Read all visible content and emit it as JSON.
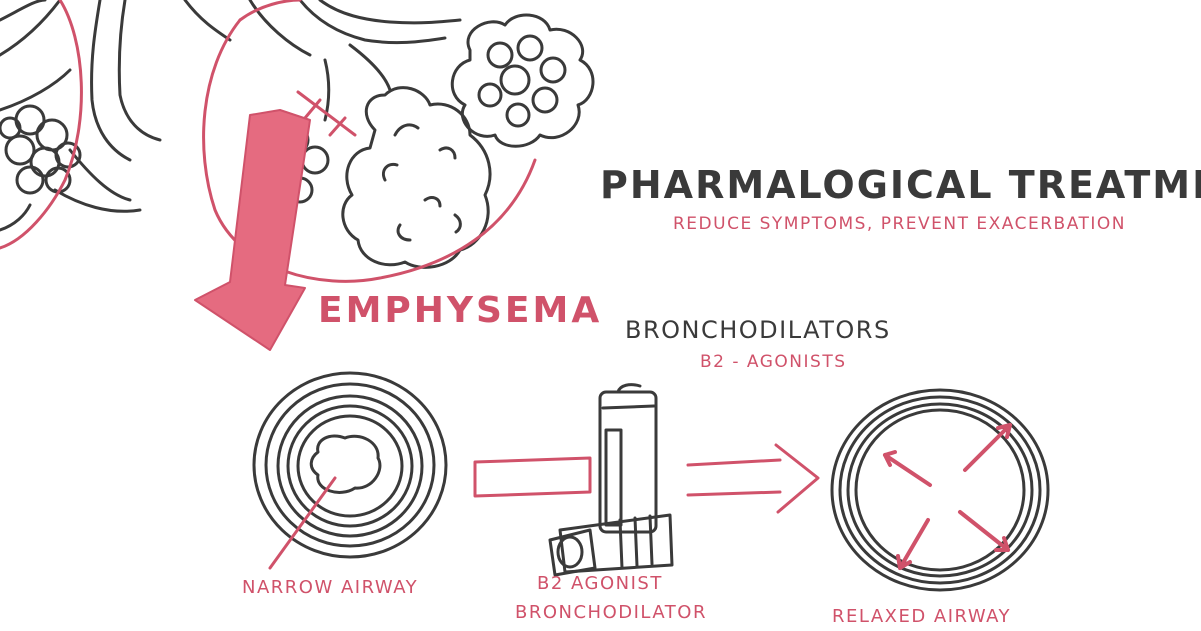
{
  "colors": {
    "ink": "#3a3a3a",
    "accent": "#d0526a",
    "accent_fill": "#e56b80",
    "paper": "#ffffff"
  },
  "heading": {
    "title": "PHARMALOGICAL TREATMENT",
    "subtitle": "REDUCE SYMPTOMS, PREVENT EXACERBATION"
  },
  "lung_panel": {
    "label": "EMPHYSEMA"
  },
  "drug": {
    "class": "BRONCHODILATORS",
    "subclass": "B2 - AGONISTS"
  },
  "airways": {
    "narrow_label": "NARROW AIRWAY",
    "inhaler_label_line1": "B2 AGONIST",
    "inhaler_label_line2": "BRONCHODILATOR",
    "relaxed_label": "RELAXED AIRWAY"
  }
}
